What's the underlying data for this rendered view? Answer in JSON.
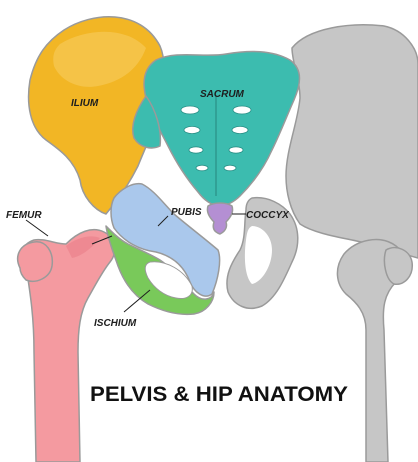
{
  "title": "PELVIS & HIP ANATOMY",
  "labels": {
    "ilium": "ILIUM",
    "sacrum": "SACRUM",
    "femur": "FEMUR",
    "pubis": "PUBIS",
    "coccyx": "COCCYX",
    "ischium": "ISCHIUM"
  },
  "colors": {
    "ilium": "#f2b625",
    "sacrum": "#3cbcaf",
    "coccyx": "#b48fd3",
    "pubis": "#aac8ec",
    "ischium": "#79c95a",
    "femur": "#f49aa0",
    "right_side": "#c6c6c6"
  }
}
